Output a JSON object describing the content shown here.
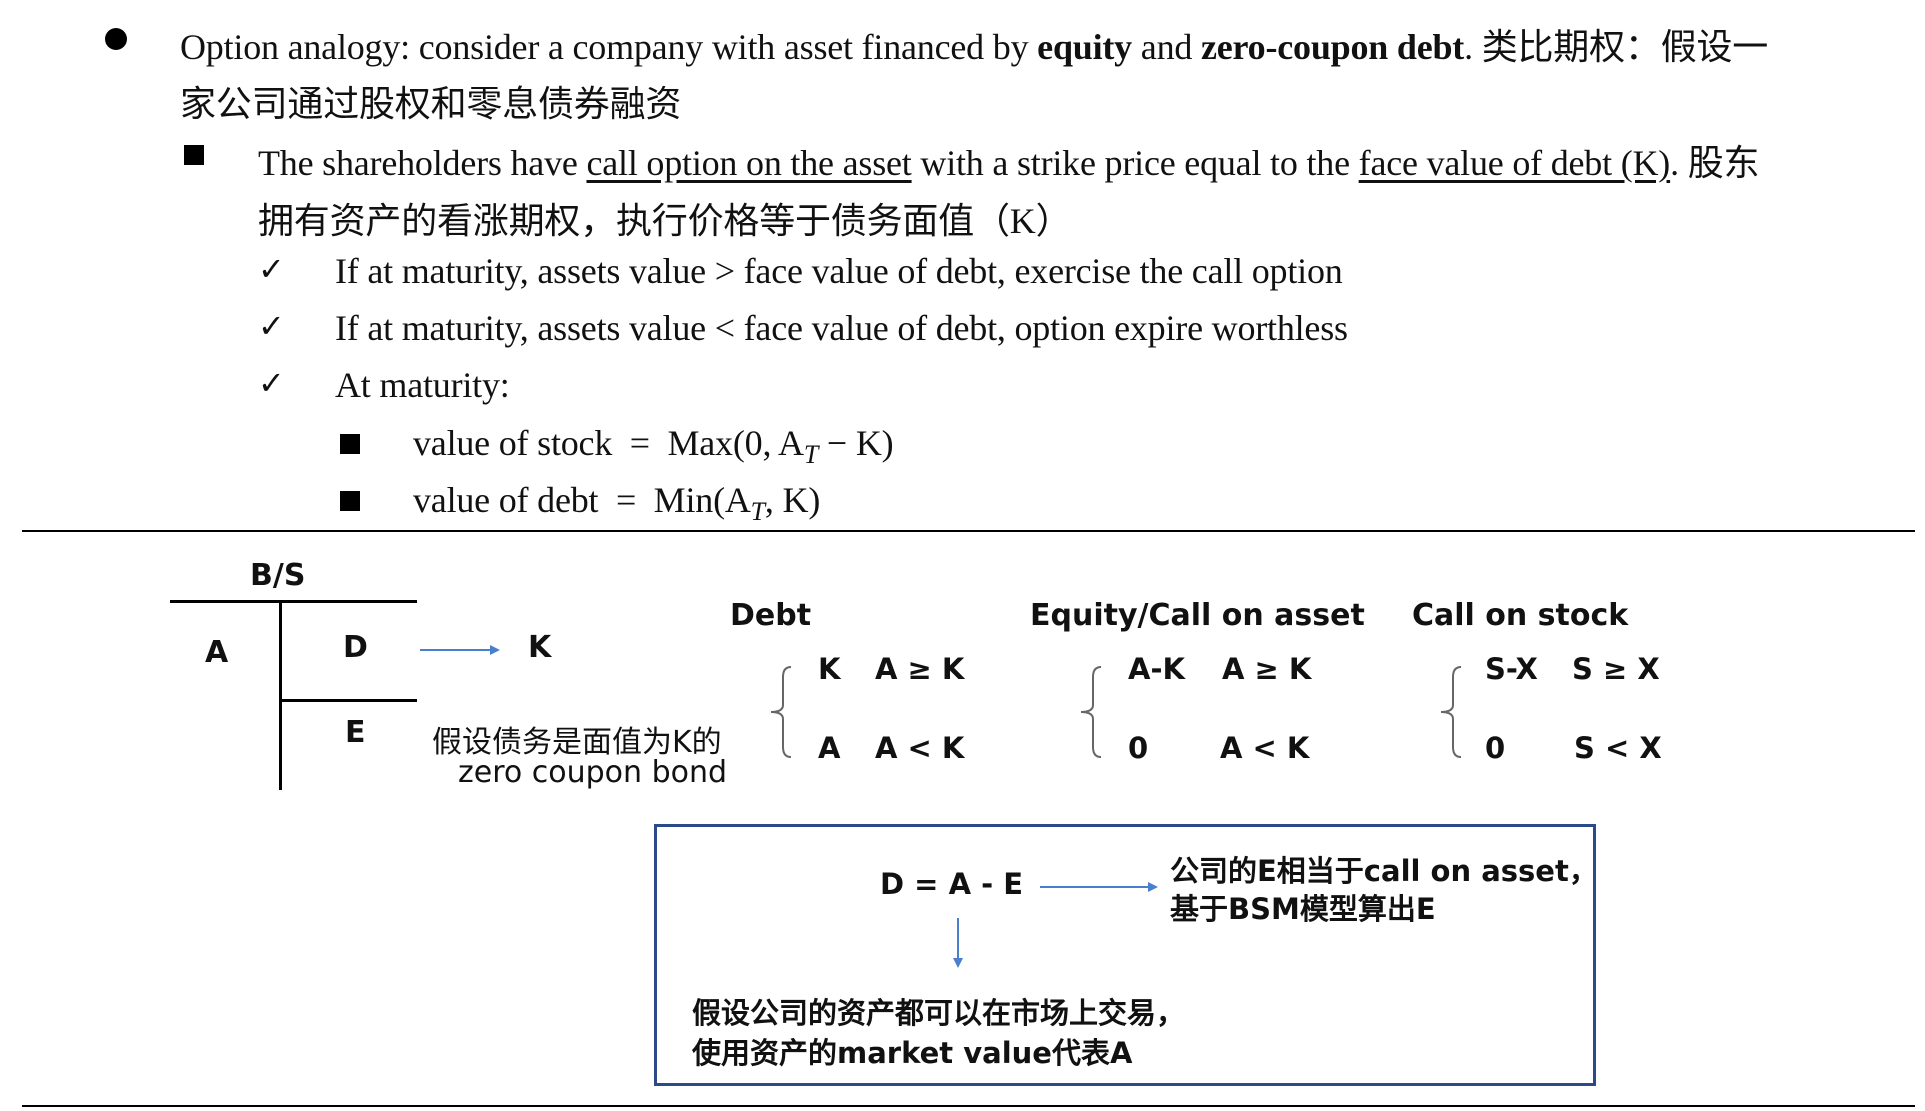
{
  "bullets": {
    "main": {
      "p1": "Option analogy: consider a company with asset financed by ",
      "bold_equity": "equity",
      "p2": " and ",
      "bold_debt": "zero-coupon debt",
      "p3": ".  类比期权：假设一",
      "line2": "家公司通过股权和零息债券融资"
    },
    "sub": {
      "p1": "The shareholders have ",
      "u1": "call option on the asset",
      "p2": " with a strike price equal to the ",
      "u2": "face value of debt (K)",
      "p3": ".  股东",
      "line2": "拥有资产的看涨期权，执行价格等于债务面值（K）"
    },
    "checks": [
      "If at maturity, assets value > face value of debt, exercise the call option",
      "If at maturity, assets value < face value of debt, option expire worthless",
      "At maturity:"
    ],
    "formulas": {
      "stock_label": "value of stock",
      "stock_expr": "Max(0, A",
      "stock_sub": "T",
      "stock_tail": " − K)",
      "debt_label": "value of debt",
      "debt_expr": "Min(A",
      "debt_sub": "T",
      "debt_tail": ", K)",
      "eq": "="
    }
  },
  "balance_sheet": {
    "title": "B/S",
    "assets": "A",
    "debt": "D",
    "equity": "E",
    "arrow_target": "K",
    "note_line1": "假设债务是面值为K的",
    "note_line2": "zero coupon bond"
  },
  "payoffs": {
    "debt": {
      "title": "Debt",
      "row1_value": "K",
      "row1_cond": "A ≥ K",
      "row2_value": "A",
      "row2_cond": "A < K"
    },
    "equity": {
      "title": "Equity/Call on asset",
      "row1_value": "A-K",
      "row1_cond": "A ≥ K",
      "row2_value": "0",
      "row2_cond": "A < K"
    },
    "stock_call": {
      "title": "Call on stock",
      "row1_value": "S-X",
      "row1_cond": "S ≥ X",
      "row2_value": "0",
      "row2_cond": "S < X"
    }
  },
  "box": {
    "equation": "D = A - E",
    "right_line1": "公司的E相当于call on asset，",
    "right_line2": "基于BSM模型算出E",
    "bottom_line1": "假设公司的资产都可以在市场上交易，",
    "bottom_line2": "使用资产的market value代表A"
  },
  "colors": {
    "box_border": "#2c4a8a",
    "arrow": "#4a7fd0",
    "brace": "#666666"
  }
}
